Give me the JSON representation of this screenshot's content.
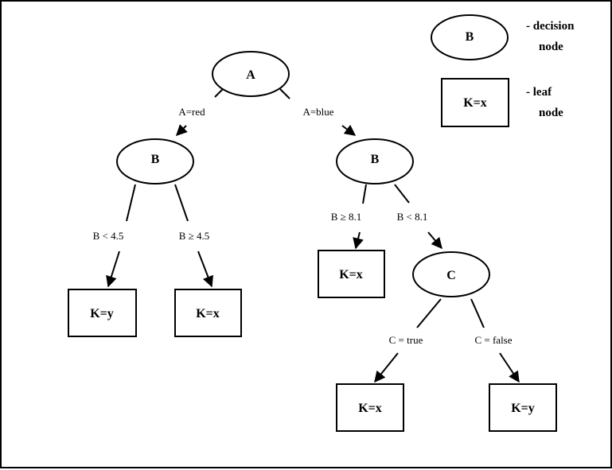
{
  "nodes": {
    "a": "A",
    "b_left": "B",
    "b_right": "B",
    "c": "C",
    "leaf_y1": "K=y",
    "leaf_x1": "K=x",
    "leaf_x2": "K=x",
    "leaf_x3": "K=x",
    "leaf_y2": "K=y"
  },
  "edges": {
    "a_red": "A=red",
    "a_blue": "A=blue",
    "b_lt_45": "B < 4.5",
    "b_ge_45": "B ≥ 4.5",
    "b_ge_81": "B ≥ 8.1",
    "b_lt_81": "B < 8.1",
    "c_true": "C = true",
    "c_false": "C = false"
  },
  "legend": {
    "decision_symbol": "B",
    "decision_line1": "- decision",
    "decision_line2": "node",
    "leaf_symbol": "K=x",
    "leaf_line1": "- leaf",
    "leaf_line2": "node"
  }
}
